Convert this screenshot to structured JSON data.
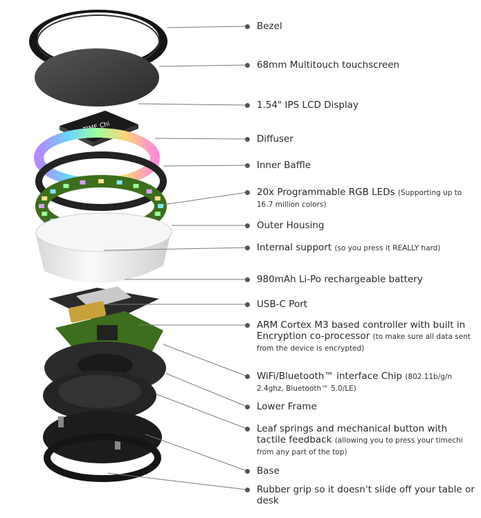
{
  "labels": [
    {
      "main": "Bezel",
      "sub": ""
    },
    {
      "main": "68mm Multitouch touchscreen",
      "sub": ""
    },
    {
      "main": "1.54\" IPS LCD Display",
      "sub": ""
    },
    {
      "main": "Diffuser",
      "sub": ""
    },
    {
      "main": "Inner Baffle",
      "sub": ""
    },
    {
      "main": "20x Programmable RGB LEDs",
      "sub": "(Supporting up to 16.7 million colors)"
    },
    {
      "main": "Outer Housing",
      "sub": ""
    },
    {
      "main": "Internal support",
      "sub": "(so you press it REALLY hard)"
    },
    {
      "main": "980mAh Li-Po rechargeable battery",
      "sub": ""
    },
    {
      "main": "USB-C Port",
      "sub": ""
    },
    {
      "main": "ARM Cortex M3 based controller with built in Encryption co-processor",
      "sub": "(to make sure all data sent from the device is encrypted)"
    },
    {
      "main": "WiFi/Bluetooth™ interface Chip",
      "sub": "(802.11b/g/n 2.4ghz, Bluetooth™ 5.0/LE)"
    },
    {
      "main": "Lower Frame",
      "sub": ""
    },
    {
      "main": "Leaf springs and mechanical button with tactile feedback",
      "sub": "(allowing you to press your timechi from any part of the top)"
    },
    {
      "main": "Base",
      "sub": ""
    },
    {
      "main": "Rubber grip so it doesn't slide off your table or desk",
      "sub": ""
    }
  ],
  "display_logo": "TIME Chi",
  "colors": {
    "line": "#7a7a7a",
    "text": "#2a2a2a",
    "pcb": "#3d6e1d",
    "housing": "#eeeeee",
    "dark": "#1c1c1c"
  }
}
